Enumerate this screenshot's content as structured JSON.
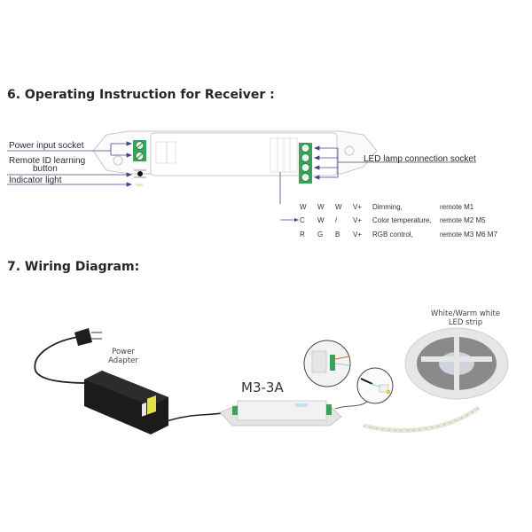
{
  "section6": {
    "title": "6. Operating Instruction for Receiver :",
    "labels": {
      "power_input": "Power input socket",
      "remote_id_line1": "Remote ID learning",
      "remote_id_line2": "button",
      "indicator": "Indicator light",
      "led_socket": "LED lamp connection socket"
    },
    "wiring_table": [
      {
        "c1": "W",
        "c2": "W",
        "c3": "W",
        "c4": "V+",
        "mode": "Dimming,",
        "remote": "remote M1"
      },
      {
        "c1": "C",
        "c2": "W",
        "c3": "/",
        "c4": "V+",
        "mode": "Color temperature,",
        "remote": "remote M2 M5"
      },
      {
        "c1": "R",
        "c2": "G",
        "c3": "B",
        "c4": "V+",
        "mode": "RGB control,",
        "remote": "remote  M3 M6 M7"
      }
    ],
    "colors": {
      "terminal_green": "#3aa35a",
      "arrow": "#4b3f8f",
      "outline": "#c8c8c8"
    }
  },
  "section7": {
    "title": "7. Wiring Diagram:",
    "power_adapter_line1": "Power",
    "power_adapter_line2": "Adapter",
    "model": "M3-3A",
    "strip_line1": "White/Warm white",
    "strip_line2": "LED strip"
  }
}
